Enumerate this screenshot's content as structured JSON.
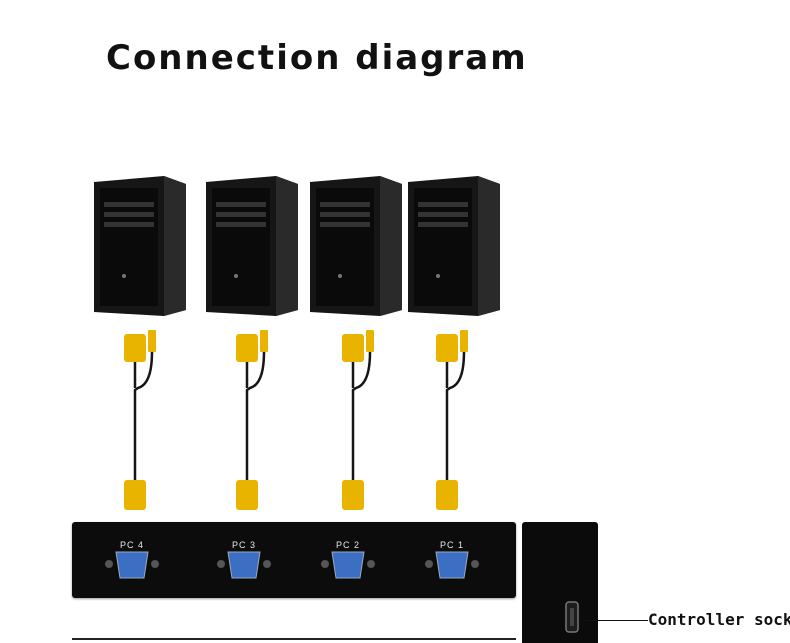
{
  "title": "Connection diagram",
  "ports": [
    {
      "label": "PC 4"
    },
    {
      "label": "PC 3"
    },
    {
      "label": "PC 2"
    },
    {
      "label": "PC 1"
    }
  ],
  "callout": {
    "text": "Controller socket"
  },
  "colors": {
    "connector": "#e8b400",
    "device": "#0c0c0c",
    "vga_port": "#3c6fc4"
  },
  "icons": [
    "computer-tower-icon",
    "vga-usb-cable-icon",
    "vga-port-icon",
    "usb-socket-icon"
  ]
}
